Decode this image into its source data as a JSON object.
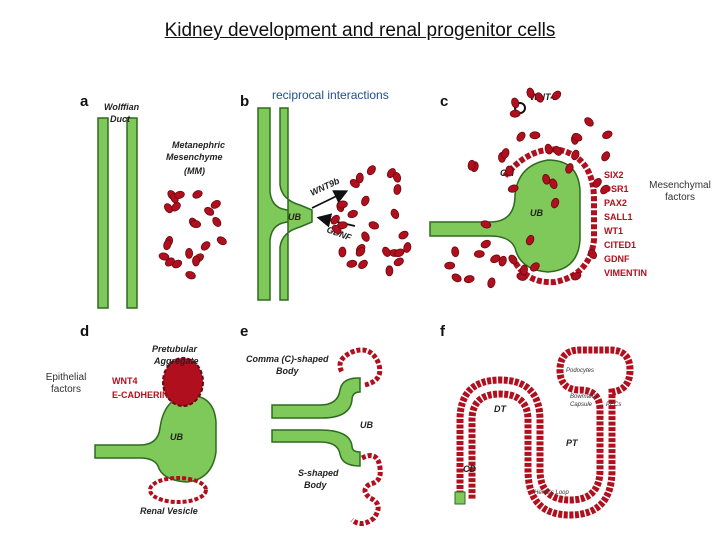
{
  "title": "Kidney development and renal progenitor cells",
  "notes": {
    "reciprocal": "reciprocal interactions",
    "mesenchymal": [
      "Mesenchymal",
      "factors"
    ],
    "epithelial": [
      "Epithelial",
      "factors"
    ]
  },
  "panels": {
    "a": {
      "letter": "a",
      "labels": [
        "Wolffian",
        "Duct",
        "Metanephric",
        "Mesenchyme",
        "(MM)"
      ]
    },
    "b": {
      "letter": "b",
      "labels": [
        "UB",
        "WNT9b",
        "GDNF"
      ]
    },
    "c": {
      "letter": "c",
      "labels": [
        "WNT4",
        "CM",
        "UB"
      ],
      "factors": [
        "SIX2",
        "OSR1",
        "PAX2",
        "SALL1",
        "WT1",
        "CITED1",
        "GDNF",
        "VIMENTIN"
      ]
    },
    "d": {
      "letter": "d",
      "labels": [
        "Pretubular",
        "Aggregate",
        "UB",
        "Renal Vesicle"
      ],
      "factors": [
        "WNT4",
        "E-CADHERIN"
      ]
    },
    "e": {
      "letter": "e",
      "labels": [
        "Comma (C)-shaped",
        "Body",
        "UB",
        "S-shaped",
        "Body"
      ]
    },
    "f": {
      "letter": "f",
      "labels": [
        "Podocytes",
        "Bowman's",
        "Capsule",
        "PECs",
        "DT",
        "PT",
        "CD",
        "Henle's Loop"
      ]
    }
  },
  "colors": {
    "tubule_green": "#7fc85a",
    "tubule_edge": "#2e6b1e",
    "cell_red": "#b0101e"
  }
}
